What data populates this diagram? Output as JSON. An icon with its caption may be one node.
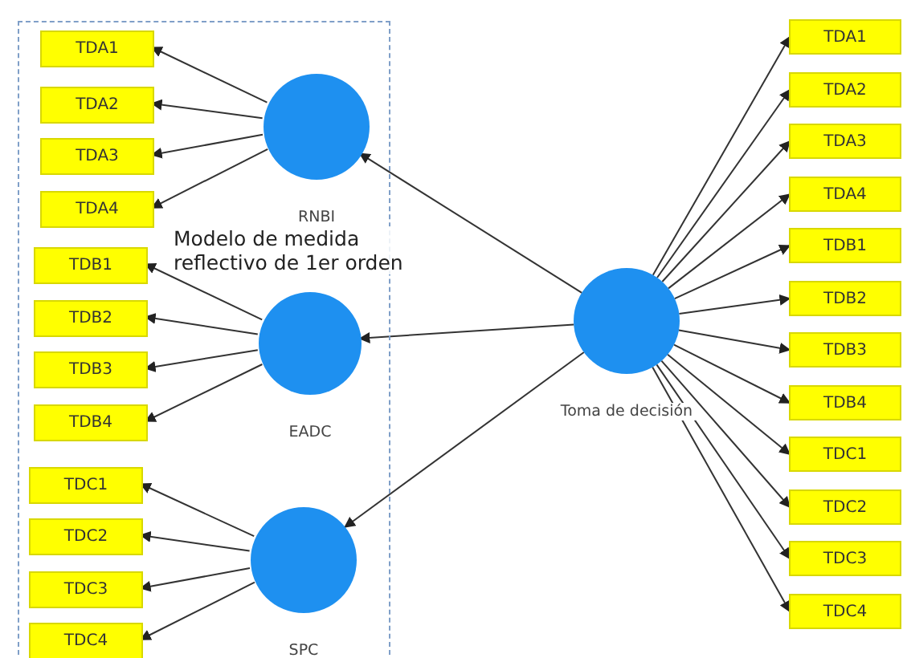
{
  "diagram": {
    "nodes": [
      {
        "text": [],
        "shape": "box"
      },
      {
        "text": [
          "TDA1"
        ],
        "in": 0
      },
      {
        "text": [
          "TDA2"
        ],
        "in": 0
      },
      {
        "text": [
          "TDA3"
        ],
        "in": 0
      },
      {
        "text": [
          "TDA4"
        ],
        "in": 0
      },
      {
        "text": [
          "RNBI"
        ],
        "in": 0
      },
      {
        "text": [
          "TDB1"
        ],
        "in": 0
      },
      {
        "text": [
          "TDB2"
        ],
        "in": 0
      },
      {
        "text": [
          "TDB3"
        ],
        "in": 0
      },
      {
        "text": [
          "TDB4"
        ],
        "in": 0
      },
      {
        "text": [
          "EADC"
        ],
        "in": 0
      },
      {
        "text": [
          "TDC1"
        ],
        "in": 0
      },
      {
        "text": [
          "TDC2"
        ],
        "in": 0
      },
      {
        "text": [
          "TDC3"
        ],
        "in": 0
      },
      {
        "text": [
          "TDC4"
        ],
        "in": 0
      },
      {
        "text": [
          "SPC"
        ],
        "in": 0
      },
      {
        "text": [
          "Toma de decisión"
        ]
      },
      {
        "text": [
          "TDA1"
        ]
      },
      {
        "text": [
          "TDA2"
        ]
      },
      {
        "text": [
          "TDA3"
        ]
      },
      {
        "text": [
          "TDA4"
        ]
      },
      {
        "text": [
          "TDB1"
        ]
      },
      {
        "text": [
          "TDB2"
        ]
      },
      {
        "text": [
          "TDB3"
        ]
      },
      {
        "text": [
          "TDB4"
        ]
      },
      {
        "text": [
          "TDC1"
        ]
      },
      {
        "text": [
          "TDC2"
        ]
      },
      {
        "text": [
          "TDC3"
        ]
      },
      {
        "text": [
          "TDC4"
        ]
      }
    ],
    "edges": [
      {
        "from": 5,
        "to": 1,
        "arrow": "to"
      },
      {
        "from": 5,
        "to": 2,
        "arrow": "to"
      },
      {
        "from": 5,
        "to": 3,
        "arrow": "to"
      },
      {
        "from": 5,
        "to": 4,
        "arrow": "to"
      },
      {
        "from": 10,
        "to": 6,
        "arrow": "to"
      },
      {
        "from": 10,
        "to": 7,
        "arrow": "to"
      },
      {
        "from": 10,
        "to": 8,
        "arrow": "to"
      },
      {
        "from": 10,
        "to": 9,
        "arrow": "to"
      },
      {
        "from": 15,
        "to": 11,
        "arrow": "to"
      },
      {
        "from": 15,
        "to": 12,
        "arrow": "to"
      },
      {
        "from": 15,
        "to": 13,
        "arrow": "to"
      },
      {
        "from": 15,
        "to": 14,
        "arrow": "to"
      },
      {
        "from": 16,
        "to": 5,
        "arrow": "to"
      },
      {
        "from": 16,
        "to": 10,
        "arrow": "to"
      },
      {
        "from": 16,
        "to": 15,
        "arrow": "to"
      },
      {
        "from": 16,
        "to": 17,
        "arrow": "to"
      },
      {
        "from": 16,
        "to": 18,
        "arrow": "to"
      },
      {
        "from": 16,
        "to": 19,
        "arrow": "to"
      },
      {
        "from": 16,
        "to": 20,
        "arrow": "to"
      },
      {
        "from": 16,
        "to": 21,
        "arrow": "to"
      },
      {
        "from": 16,
        "to": 22,
        "arrow": "to"
      },
      {
        "from": 16,
        "to": 23,
        "arrow": "to"
      },
      {
        "from": 16,
        "to": 24,
        "arrow": "to"
      },
      {
        "from": 16,
        "to": 25,
        "arrow": "to"
      },
      {
        "from": 16,
        "to": 26,
        "arrow": "to"
      },
      {
        "from": 16,
        "to": 27,
        "arrow": "to"
      },
      {
        "from": 16,
        "to": 28,
        "arrow": "to"
      }
    ],
    "labels": [
      "Modelo de medida reflectivo de 1er orden"
    ]
  }
}
